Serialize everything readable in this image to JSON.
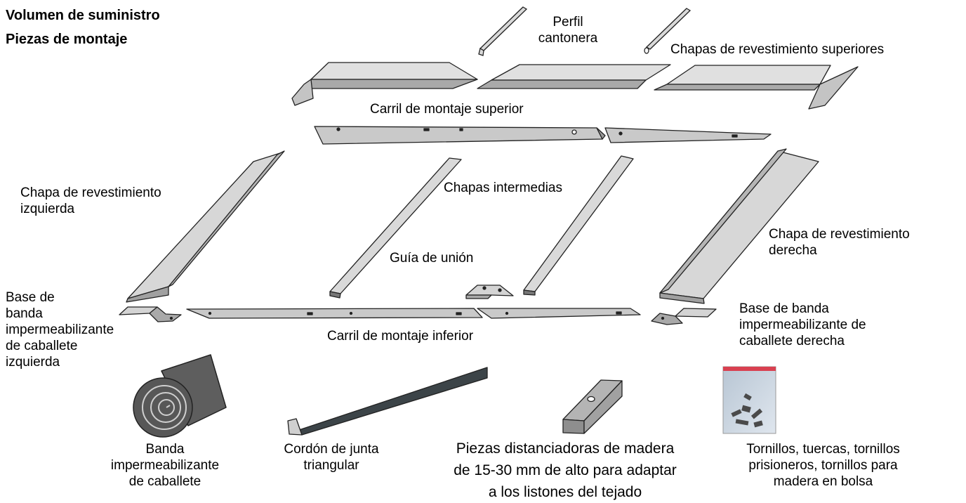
{
  "title": {
    "line1": "Volumen de suministro",
    "line2": "Piezas de montaje"
  },
  "labels": {
    "perfil_cantonera": [
      "Perfil",
      "cantonera"
    ],
    "chapas_superiores": "Chapas de revestimiento superiores",
    "carril_superior": "Carril de montaje superior",
    "chapa_izquierda": [
      "Chapa de revestimiento",
      "izquierda"
    ],
    "chapas_intermedias": "Chapas intermedias",
    "chapa_derecha": [
      "Chapa de revestimiento",
      "derecha"
    ],
    "guia_union": "Guía de unión",
    "base_izquierda": [
      "Base de",
      "banda",
      "impermeabilizante",
      "de caballete",
      "izquierda"
    ],
    "base_derecha": [
      "Base de banda",
      "impermeabilizante de",
      "caballete derecha"
    ],
    "carril_inferior": "Carril de montaje inferior",
    "banda": [
      "Banda",
      "impermeabilizante",
      "de caballete"
    ],
    "cordon": [
      "Cordón de junta",
      "triangular"
    ],
    "piezas_distanciadoras": [
      "Piezas distanciadoras de madera",
      "de 15-30 mm de alto para adaptar",
      "a los listones del tejado"
    ],
    "tornillos": [
      "Tornillos, tuercas, tornillos",
      "prisioneros, tornillos para",
      "madera en bolsa"
    ]
  },
  "colors": {
    "sheet_light": "#e2e2e2",
    "sheet_mid": "#bdbdbd",
    "sheet_dark": "#8f8f8f",
    "outline": "#222222",
    "roll": "#555555",
    "cord": "#3c4448",
    "bag_stripe": "#d94050"
  }
}
